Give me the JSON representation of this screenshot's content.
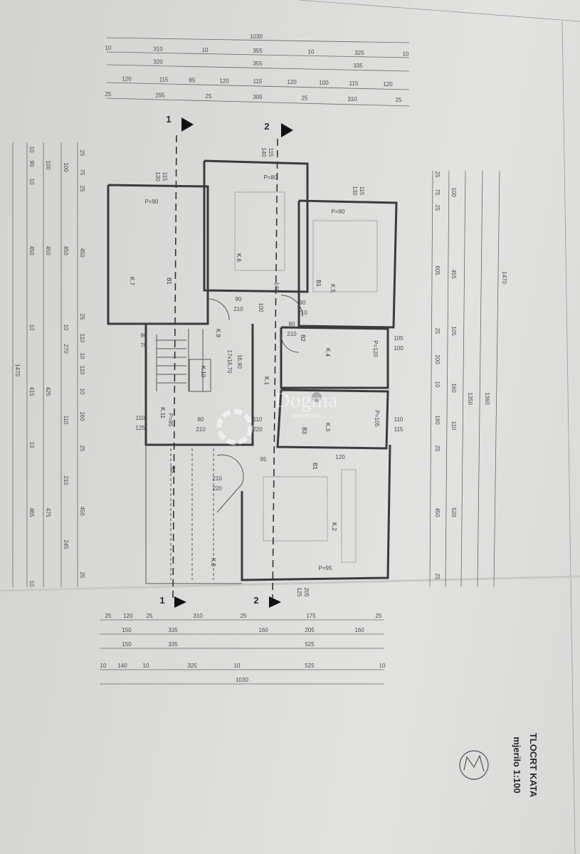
{
  "title_block": {
    "title": "TLOCRT KATA",
    "scale": "mjerilo 1:100",
    "logo_icon": "circle-monogram-logo"
  },
  "watermark": {
    "brand": "Dogma",
    "sub": "nekretnine"
  },
  "section_markers": [
    "1",
    "2",
    "1",
    "2"
  ],
  "dims": {
    "top": [
      [
        "1030"
      ],
      [
        "10",
        "310",
        "10",
        "355",
        "10",
        "325",
        "10"
      ],
      [
        "320",
        "355",
        "335"
      ],
      [
        "120",
        "115",
        "85",
        "120",
        "115",
        "120",
        "100",
        "115",
        "120"
      ],
      [
        "25",
        "295",
        "25",
        "305",
        "25",
        "310",
        "25"
      ]
    ],
    "bottom": [
      [
        "25",
        "120",
        "25",
        "310",
        "25",
        "175",
        "25"
      ],
      [
        "150",
        "335",
        "160",
        "205",
        "160"
      ],
      [
        "150",
        "335",
        "525"
      ],
      [
        "10",
        "140",
        "10",
        "325",
        "10",
        "525",
        "10"
      ],
      [
        "1030"
      ]
    ],
    "left": [
      [
        "1470"
      ],
      [
        "10",
        "90",
        "10",
        "450",
        "10",
        "415",
        "10",
        "465",
        "10"
      ],
      [
        "100",
        "450",
        "425",
        "475"
      ],
      [
        "100",
        "450",
        "10",
        "270",
        "110",
        "210",
        "245"
      ],
      [
        "25",
        "75",
        "25",
        "450",
        "25",
        "110",
        "10",
        "110",
        "10",
        "160",
        "25",
        "450",
        "25"
      ]
    ],
    "right": [
      [
        "25",
        "75",
        "25",
        "605",
        "25",
        "200",
        "10",
        "190",
        "25",
        "450",
        "25"
      ],
      [
        "100",
        "455",
        "105",
        "160",
        "110",
        "520"
      ],
      [
        "1350"
      ],
      [
        "1360"
      ],
      [
        "1470"
      ]
    ]
  },
  "rooms": [
    "K.1",
    "K.2",
    "K.3",
    "K.4",
    "K.5",
    "K.6",
    "K.7",
    "K.8",
    "K.9",
    "K.10",
    "K.11"
  ],
  "floor_codes": [
    "B1",
    "B1",
    "B2",
    "B3",
    "B1",
    "B3"
  ],
  "openings": [
    "115",
    "130",
    "115",
    "140",
    "115",
    "130",
    "P=90",
    "P=80",
    "P=90",
    "90",
    "210",
    "90",
    "210",
    "100",
    "140",
    "80",
    "210",
    "90",
    "70",
    "17x16,70",
    "16,90",
    "80",
    "210",
    "110",
    "220",
    "110",
    "125",
    "P=95",
    "P=120",
    "105",
    "100",
    "P=105",
    "110",
    "115",
    "95",
    "120",
    "210",
    "220",
    "P=95",
    "205",
    "125"
  ]
}
